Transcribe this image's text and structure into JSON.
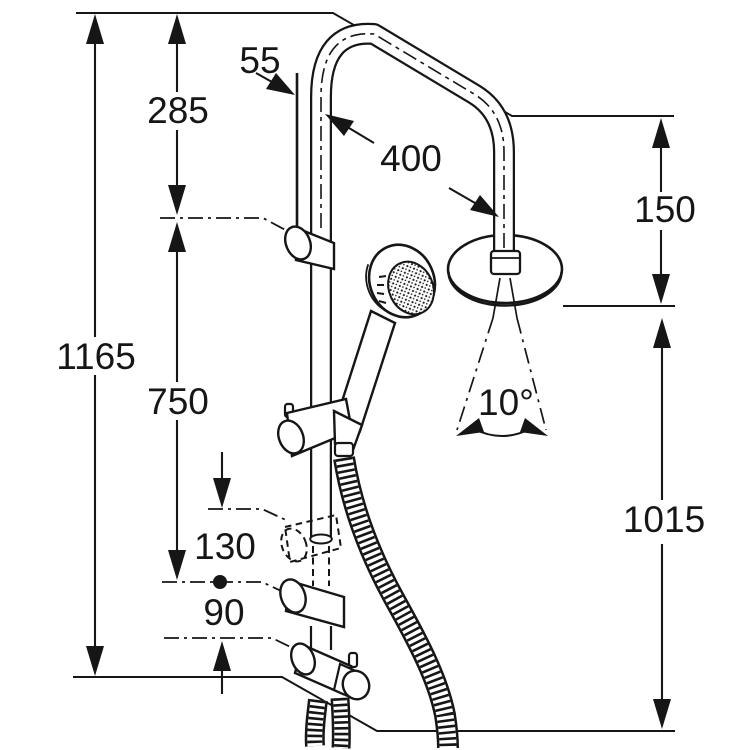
{
  "diagram": {
    "type": "technical-dimension-drawing",
    "subject": "dual shower column with overhead rain shower and hand shower",
    "background_color": "#ffffff",
    "line_color": "#161616",
    "labels": {
      "total_height": "1165",
      "wall_top_offset": "285",
      "rail_length": "750",
      "slider_travel": "130",
      "lower_spacing": "90",
      "wall_clearance": "55",
      "arm_projection": "400",
      "head_top_drop": "150",
      "outlet_height": "1015",
      "spray_angle": "10°"
    }
  }
}
